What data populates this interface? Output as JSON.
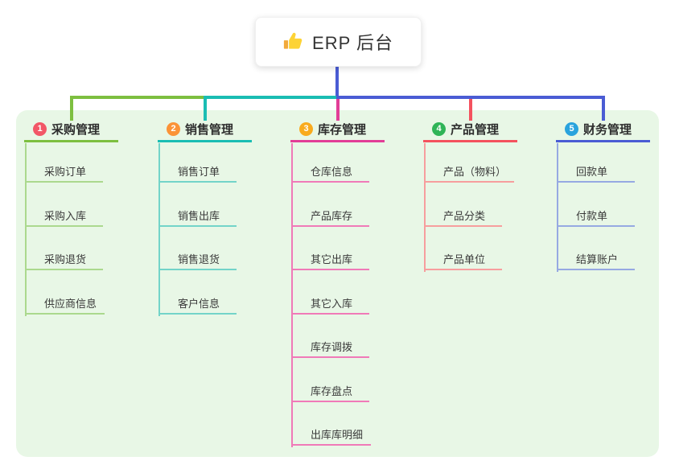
{
  "panel": {
    "bg": "#e8f7e6"
  },
  "root": {
    "title": "ERP 后台",
    "icon": "thumbs-up-icon",
    "stem_color": "#4a5cd4"
  },
  "branches": [
    {
      "label": "采购管理",
      "badge": "1",
      "badge_color": "#f25767",
      "line_color": "#7dbf40",
      "child_line_color": "#abd98e",
      "children": [
        "采购订单",
        "采购入库",
        "采购退货",
        "供应商信息"
      ]
    },
    {
      "label": "销售管理",
      "badge": "2",
      "badge_color": "#fb9337",
      "line_color": "#1abdb3",
      "child_line_color": "#73d4c9",
      "children": [
        "销售订单",
        "销售出库",
        "销售退货",
        "客户信息"
      ]
    },
    {
      "label": "库存管理",
      "badge": "3",
      "badge_color": "#f9ab1e",
      "line_color": "#e23d97",
      "child_line_color": "#f07ab8",
      "children": [
        "仓库信息",
        "产品库存",
        "其它出库",
        "其它入库",
        "库存调拨",
        "库存盘点",
        "出库库明细"
      ]
    },
    {
      "label": "产品管理",
      "badge": "4",
      "badge_color": "#2fb457",
      "line_color": "#f4525e",
      "child_line_color": "#f79e9e",
      "children": [
        "产品（物料）",
        "产品分类",
        "产品单位"
      ]
    },
    {
      "label": "财务管理",
      "badge": "5",
      "badge_color": "#29a3dd",
      "line_color": "#4a5cd4",
      "child_line_color": "#96a9e2",
      "children": [
        "回款单",
        "付款单",
        "结算账户"
      ]
    }
  ]
}
